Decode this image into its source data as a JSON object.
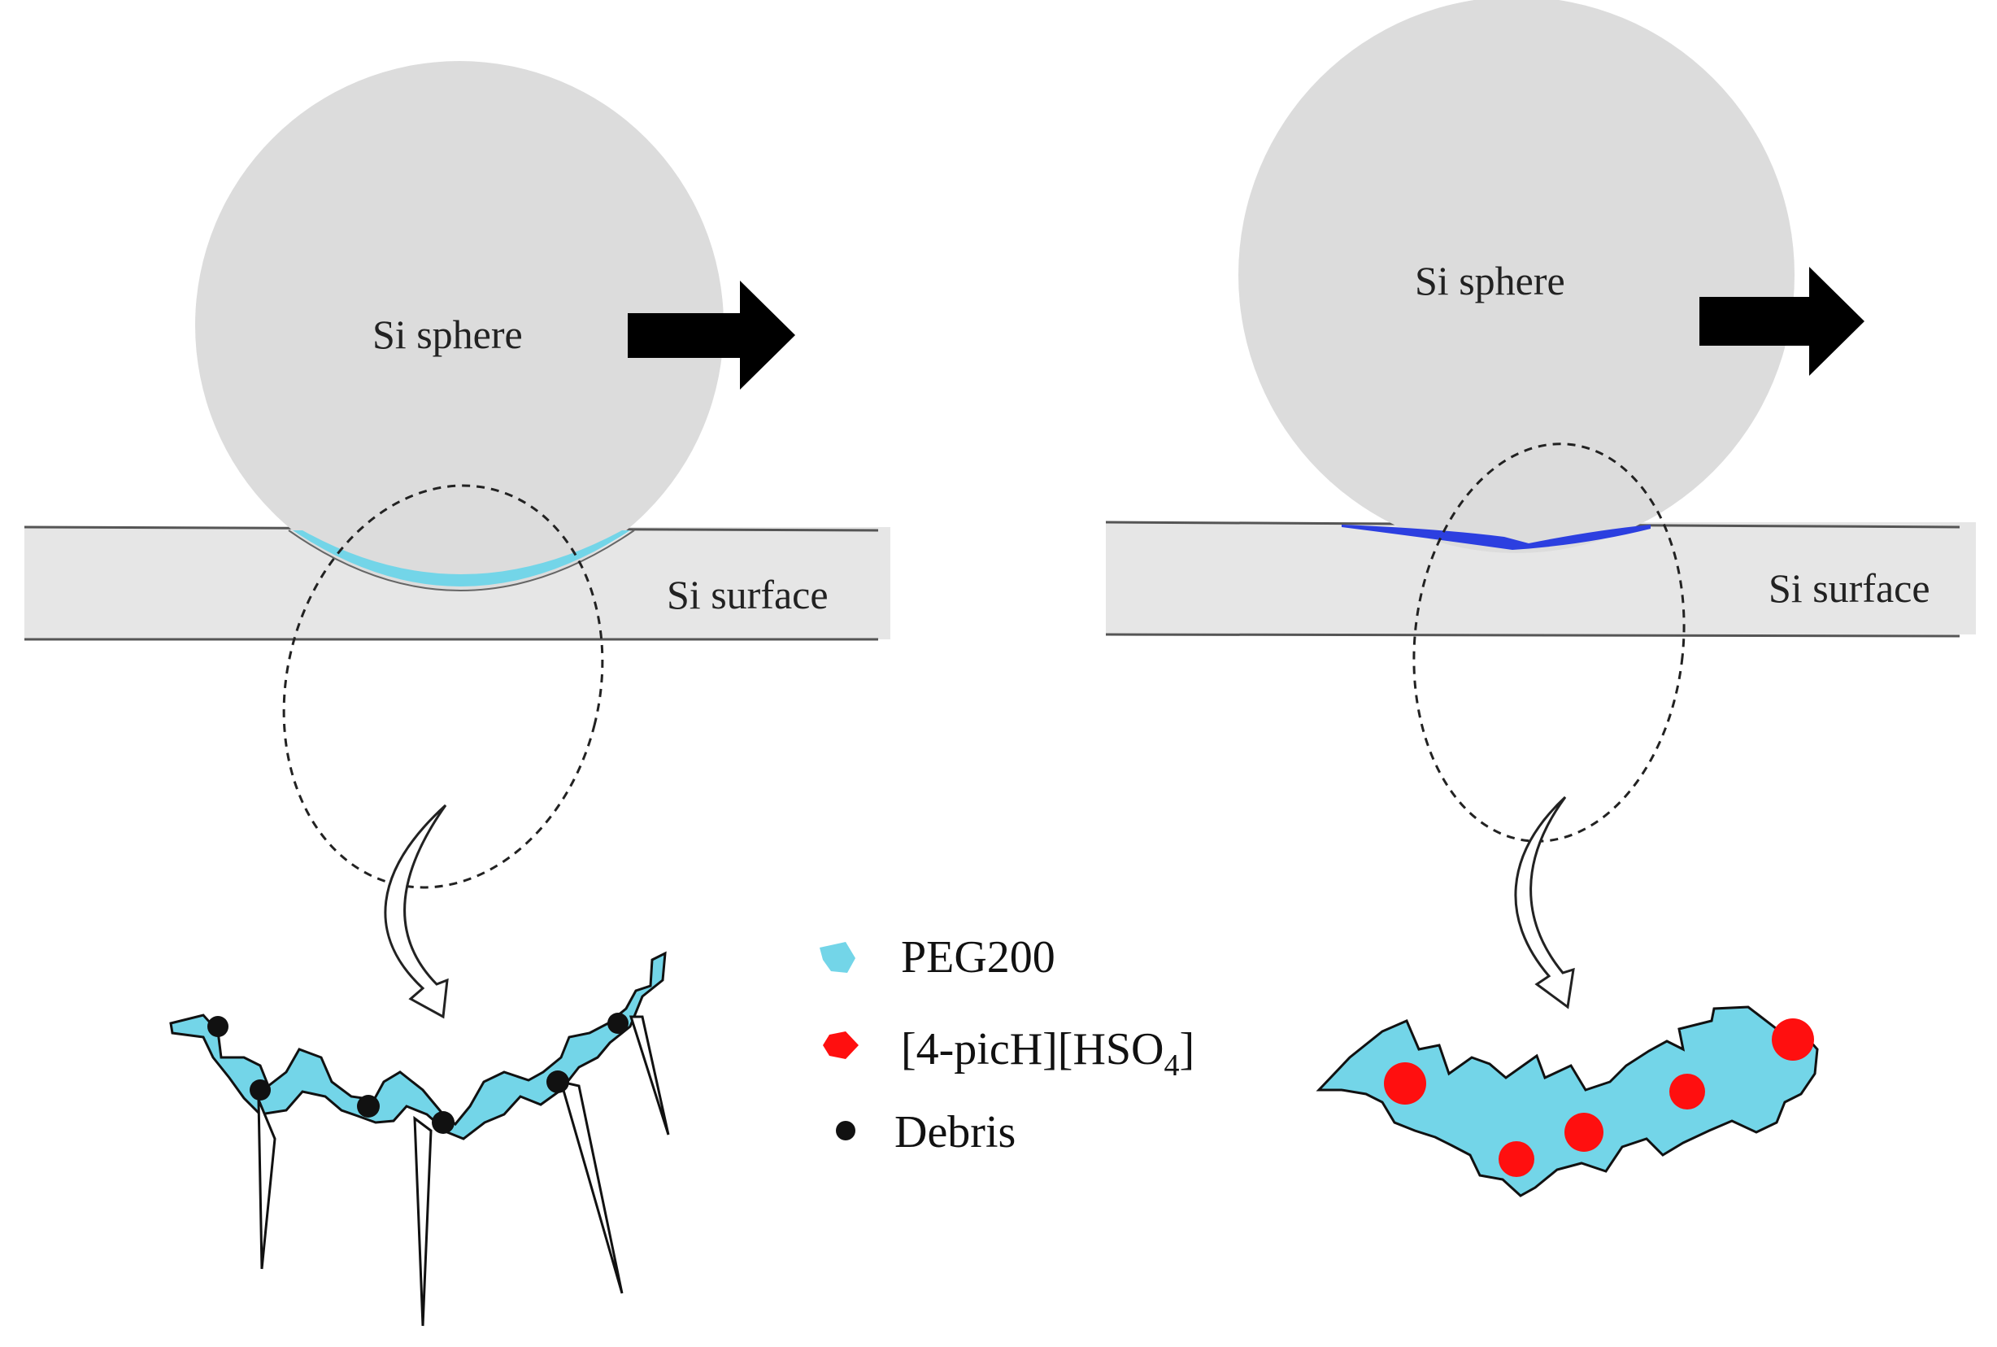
{
  "left_panel": {
    "sphere_label": "Si sphere",
    "surface_label": "Si surface"
  },
  "right_panel": {
    "sphere_label": "Si sphere",
    "surface_label": "Si surface"
  },
  "legend": {
    "items": [
      {
        "label": "PEG200",
        "symbol": "peg-drop-icon",
        "color": "#73D5E8"
      },
      {
        "label": "[4-picH][HSO",
        "subscript": "4",
        "suffix": "]",
        "symbol": "ionic-liquid-icon",
        "color": "#FF0F0F"
      },
      {
        "label": "Debris",
        "symbol": "debris-icon",
        "color": "#000000"
      }
    ]
  },
  "colors": {
    "sphere_fill": "#DCDCDC",
    "surface_fill": "#E6E6E6",
    "peg_fill": "#73D5E8",
    "il_film": "#2C3FE0",
    "ionic_liquid": "#FF0F0F",
    "debris": "#111111"
  }
}
